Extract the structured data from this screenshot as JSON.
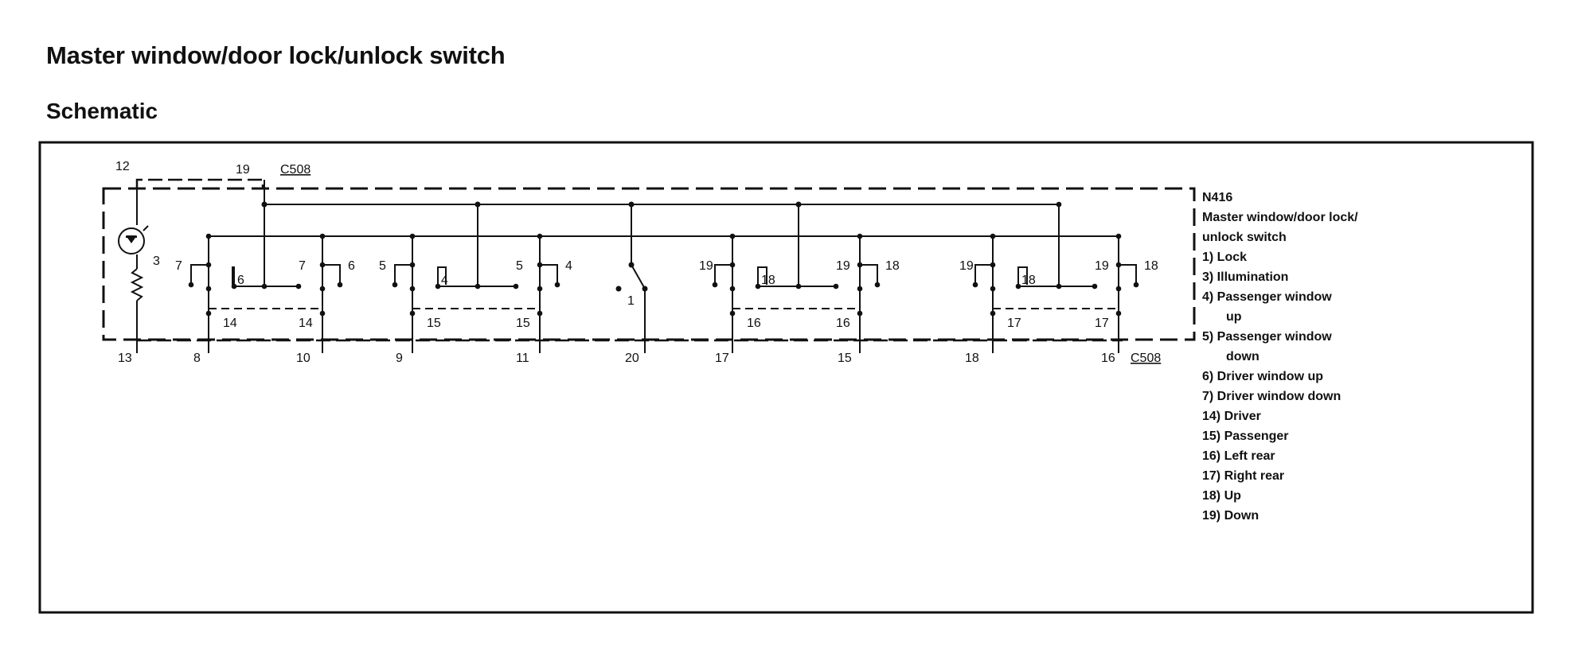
{
  "title": "Master window/door lock/unlock switch",
  "subtitle": "Schematic",
  "connector": "C508",
  "component": {
    "code": "N416",
    "name_line1": "Master window/door lock/",
    "name_line2": "unlock switch"
  },
  "top_pins": {
    "left": "12",
    "mid": "19"
  },
  "bottom_pins": [
    "13",
    "8",
    "10",
    "9",
    "11",
    "20",
    "17",
    "15",
    "18",
    "16"
  ],
  "contacts": {
    "g1": [
      "7",
      "6",
      "7",
      "6"
    ],
    "g2": [
      "5",
      "4",
      "5",
      "4"
    ],
    "g3": [
      "19",
      "18",
      "19",
      "18"
    ],
    "g4": [
      "19",
      "18",
      "19",
      "18"
    ],
    "diode": "3",
    "lock_switch": "1"
  },
  "group_labels": {
    "g1": [
      "14",
      "14"
    ],
    "g2": [
      "15",
      "15"
    ],
    "g3": [
      "16",
      "16"
    ],
    "g4": [
      "17",
      "17"
    ]
  },
  "legend": [
    "1)  Lock",
    "3)  Illumination",
    "4)  Passenger window",
    "up",
    "5)  Passenger window",
    "down",
    "6)  Driver window up",
    "7)  Driver window down",
    "14) Driver",
    "15) Passenger",
    "16) Left rear",
    "17) Right rear",
    "18) Up",
    "19) Down"
  ]
}
